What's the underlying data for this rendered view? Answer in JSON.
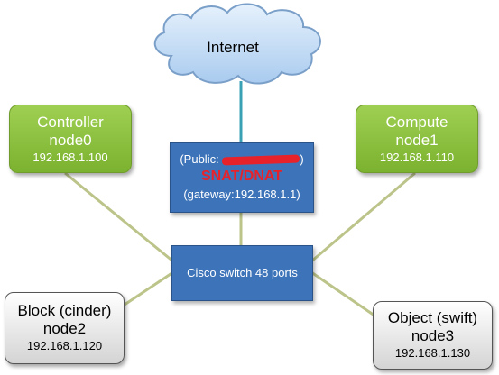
{
  "cloud": {
    "label": "Internet"
  },
  "nodes": {
    "controller": {
      "title": "Controller",
      "name": "node0",
      "ip": "192.168.1.100"
    },
    "compute": {
      "title": "Compute",
      "name": "node1",
      "ip": "192.168.1.110"
    },
    "block": {
      "title": "Block (cinder)",
      "name": "node2",
      "ip": "192.168.1.120"
    },
    "object": {
      "title": "Object (swift)",
      "name": "node3",
      "ip": "192.168.1.130"
    }
  },
  "router": {
    "public_label": "(Public: ",
    "public_close": ")",
    "nat_label": "SNAT/DNAT",
    "gateway": "(gateway:192.168.1.1)"
  },
  "switch": {
    "label": "Cisco switch 48 ports"
  },
  "colors": {
    "node_green": "#7bb22f",
    "box_blue": "#3d74b9",
    "nat_red": "#e8222a",
    "link_olive": "#bcc48a",
    "uplink_teal": "#3aa1b5",
    "cloud_blue": "#bcd8f5"
  }
}
